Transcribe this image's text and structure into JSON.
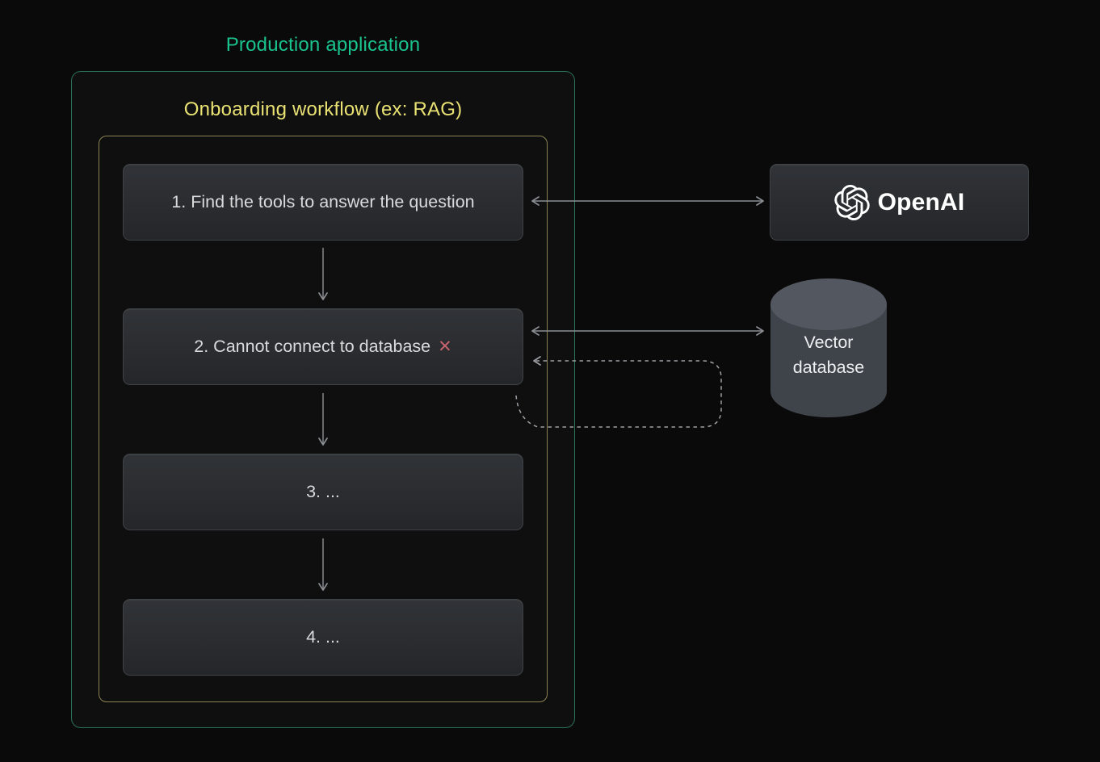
{
  "production": {
    "title": "Production application",
    "title_color": "#1ac28e",
    "border_color": "#2b7156"
  },
  "workflow": {
    "title": "Onboarding workflow (ex: RAG)",
    "title_color": "#e9e273",
    "border_color": "#8b8452",
    "steps": [
      {
        "label": "1. Find the tools to answer the question"
      },
      {
        "label": "2. Cannot connect to database",
        "error_mark": "✕",
        "error_color": "#c4636d"
      },
      {
        "label": "3. ..."
      },
      {
        "label": "4. ..."
      }
    ]
  },
  "services": {
    "openai": {
      "label": "OpenAI"
    },
    "vector_db": {
      "label_line1": "Vector",
      "label_line2": "database"
    }
  },
  "connections": {
    "step1_openai": "bidirectional-solid-arrow",
    "step2_vectordb": "bidirectional-solid-arrow",
    "step2_retry_loop": "dashed-return-arrow",
    "arrow_color": "#8a8e93"
  }
}
